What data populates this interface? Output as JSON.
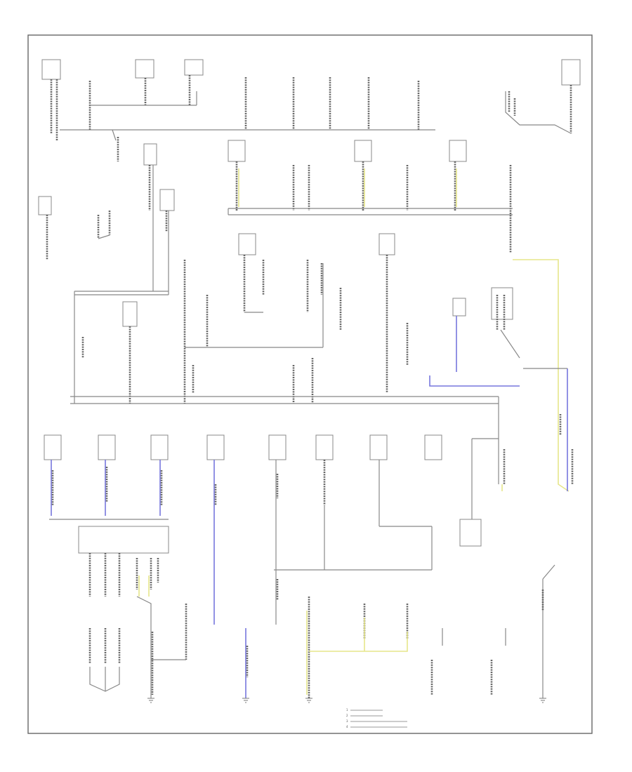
{
  "legend": {
    "items": [
      {
        "id": "1"
      },
      {
        "id": "2"
      },
      {
        "id": "3"
      },
      {
        "id": "4"
      }
    ]
  },
  "colors": {
    "wire": "#888888",
    "blue_wire": "#7777dd",
    "yellow_wire": "#e6e68a",
    "background": "#ffffff"
  }
}
